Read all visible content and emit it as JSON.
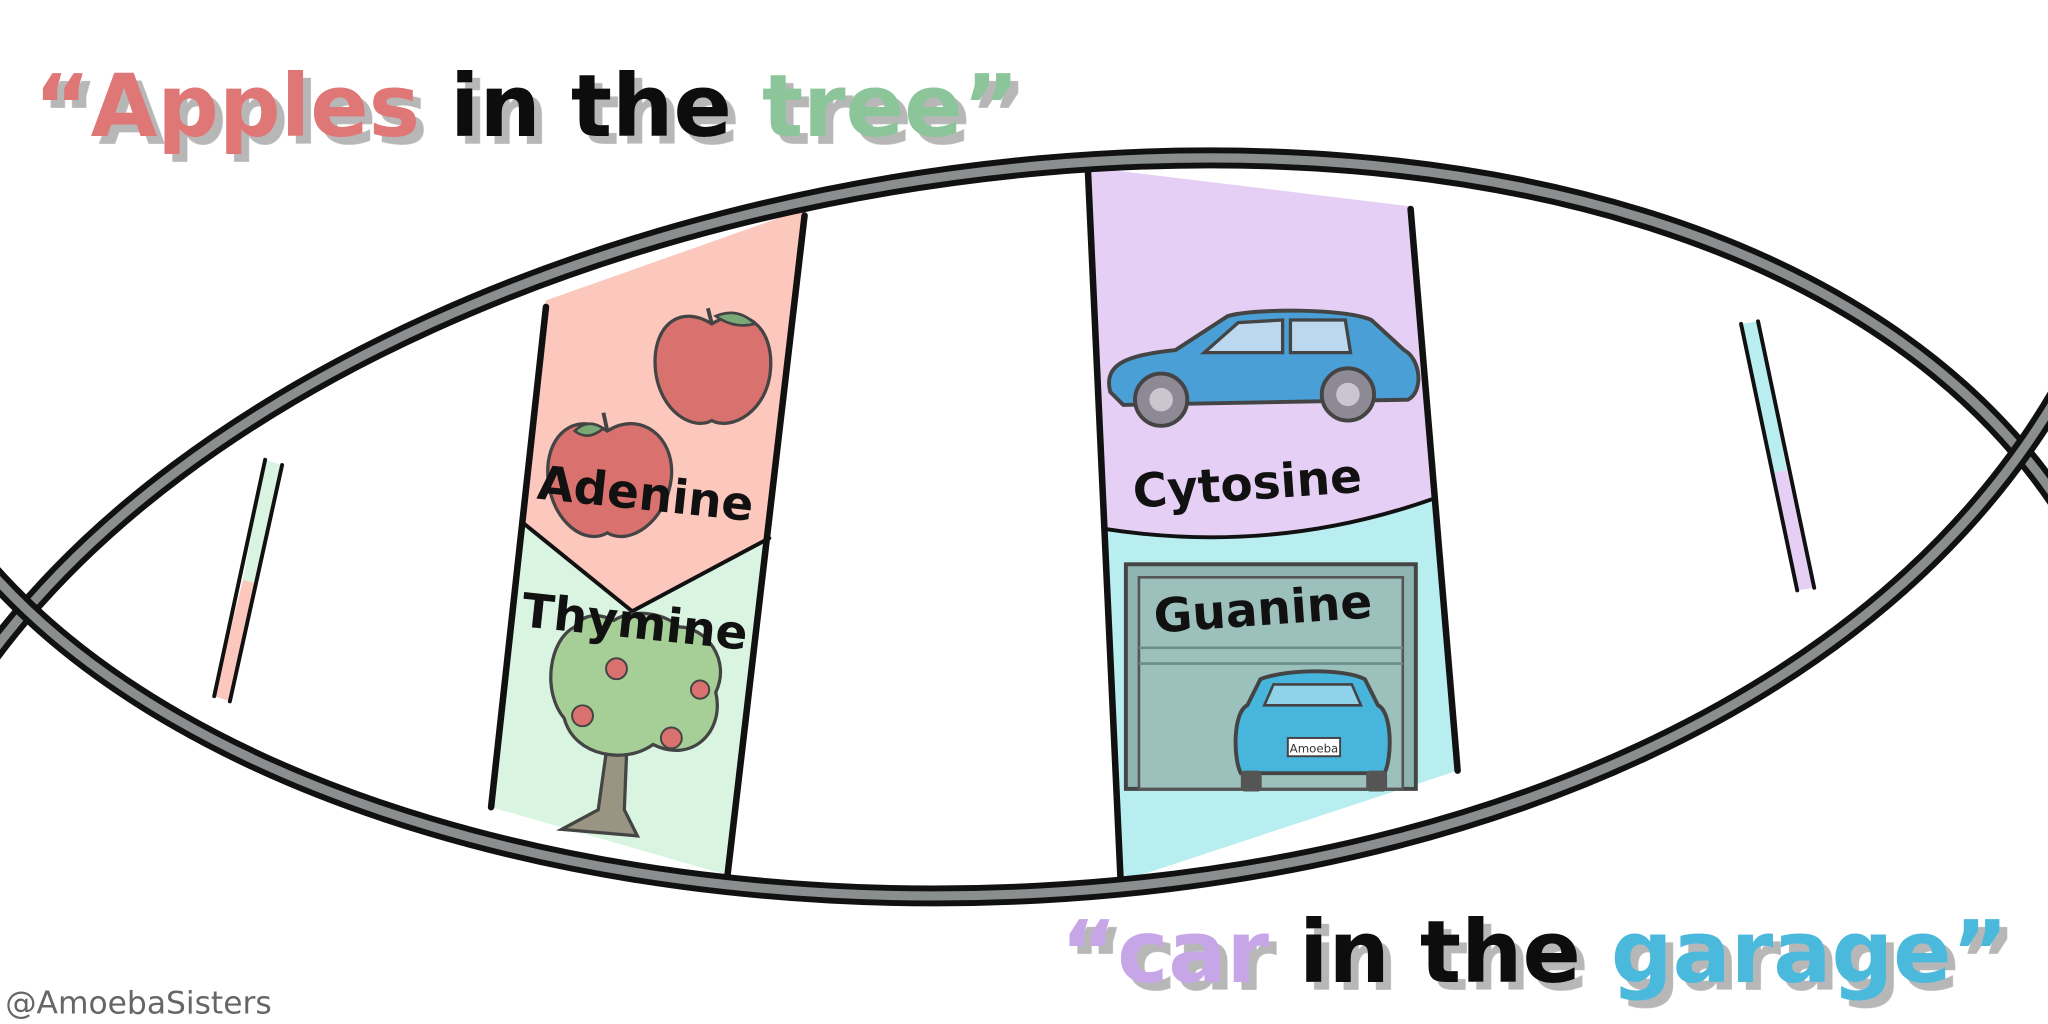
{
  "title_top": {
    "open_quote": "“",
    "word1": "Apples",
    "word2": " in the ",
    "word3": "tree",
    "close_quote": "”"
  },
  "title_bottom": {
    "open_quote": "“",
    "word1": "car",
    "word2": " in the ",
    "word3": "garage",
    "close_quote": "”"
  },
  "labels": {
    "adenine": "Adenine",
    "thymine": "Thymine",
    "cytosine": "Cytosine",
    "guanine": "Guanine",
    "license_plate": "Amoeba"
  },
  "watermark": "@AmoebaSisters",
  "colors": {
    "apples": "#de7774",
    "tree": "#8dc59a",
    "car": "#c7a6e8",
    "garage": "#4cb9dc",
    "adenine_band": "#fcc8bd",
    "thymine_band": "#d9f5e2",
    "cytosine_band": "#e6cff5",
    "guanine_band": "#b9eef0",
    "strand": "#8b8e8e"
  }
}
